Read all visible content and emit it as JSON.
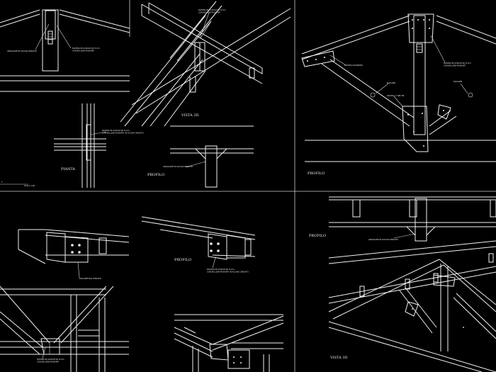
{
  "labels": {
    "vista3d_top": "VISTA 3D",
    "planta": "PIANTA",
    "profilo_top": "PROFILO",
    "profilo_right": "PROFILO",
    "profilo_mid": "PROFILO",
    "profilo_right_lower": "PROFILO",
    "vista3d_bottom": "VISTA 3D"
  },
  "colors": {
    "background": "#000000",
    "line": "#f2f2f2"
  }
}
